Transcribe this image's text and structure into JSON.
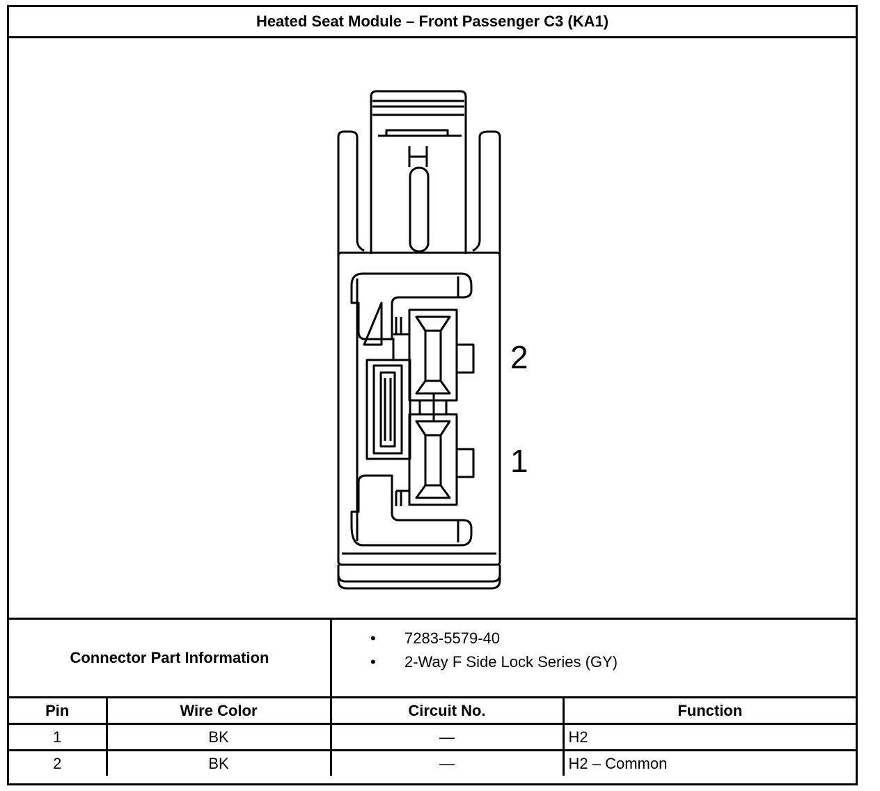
{
  "title": "Heated Seat Module – Front Passenger C3 (KA1)",
  "connector": {
    "pin_labels": [
      "2",
      "1"
    ]
  },
  "part_info": {
    "label": "Connector Part Information",
    "items": [
      "7283-5579-40",
      "2-Way F Side Lock Series (GY)"
    ]
  },
  "pin_table": {
    "headers": [
      "Pin",
      "Wire Color",
      "Circuit No.",
      "Function"
    ],
    "rows": [
      [
        "1",
        "BK",
        "—",
        "H2"
      ],
      [
        "2",
        "BK",
        "—",
        "H2 – Common"
      ]
    ]
  }
}
